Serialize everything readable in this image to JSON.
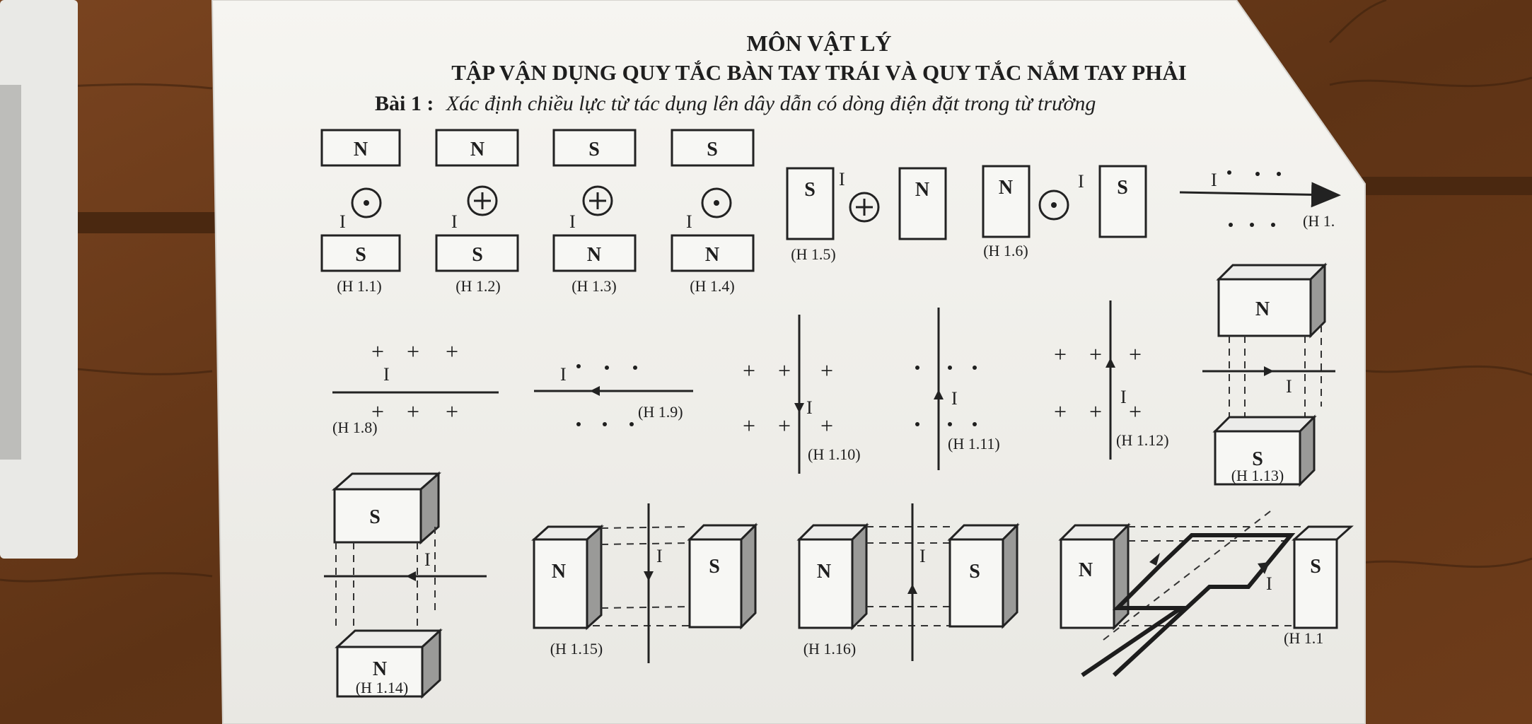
{
  "header": {
    "subject": "MÔN VẬT LÝ",
    "title": "TẬP VẬN DỤNG QUY TẮC BÀN TAY TRÁI VÀ QUY TẮC NẮM TAY PHẢI",
    "exercise_prefix": "Bài 1 :",
    "exercise_text": "Xác định chiều lực từ tác dụng lên dây dẫn có dòng điện đặt trong từ trường"
  },
  "symbols": {
    "current": "I",
    "north": "N",
    "south": "S",
    "plus": "+",
    "dot": "·"
  },
  "figures": {
    "h1_1": {
      "top_pole": "N",
      "bottom_pole": "S",
      "caption": "(H 1.1)"
    },
    "h1_2": {
      "top_pole": "N",
      "bottom_pole": "S",
      "caption": "(H 1.2)"
    },
    "h1_3": {
      "top_pole": "S",
      "bottom_pole": "N",
      "caption": "(H 1.3)"
    },
    "h1_4": {
      "top_pole": "S",
      "bottom_pole": "N",
      "caption": "(H 1.4)"
    },
    "h1_5": {
      "left_pole": "S",
      "right_pole": "N",
      "caption": "(H 1.5)"
    },
    "h1_6": {
      "left_pole": "N",
      "right_pole": "S",
      "caption": "(H 1.6)"
    },
    "h1_7": {
      "caption": "(H 1."
    },
    "h1_8": {
      "caption": "(H 1.8)"
    },
    "h1_9": {
      "caption": "(H 1.9)"
    },
    "h1_10": {
      "caption": "(H 1.10)"
    },
    "h1_11": {
      "caption": "(H 1.11)"
    },
    "h1_12": {
      "caption": "(H 1.12)"
    },
    "h1_13": {
      "top_pole": "N",
      "bottom_pole": "S",
      "caption": "(H 1.13)"
    },
    "h1_14": {
      "top_pole": "S",
      "bottom_pole": "N",
      "caption": "(H 1.14)"
    },
    "h1_15": {
      "left_pole": "N",
      "right_pole": "S",
      "caption": "(H 1.15)"
    },
    "h1_16": {
      "left_pole": "N",
      "right_pole": "S",
      "caption": "(H 1.16)"
    },
    "h1_17": {
      "left_pole": "N",
      "right_pole": "S",
      "caption": "(H 1.1"
    }
  }
}
